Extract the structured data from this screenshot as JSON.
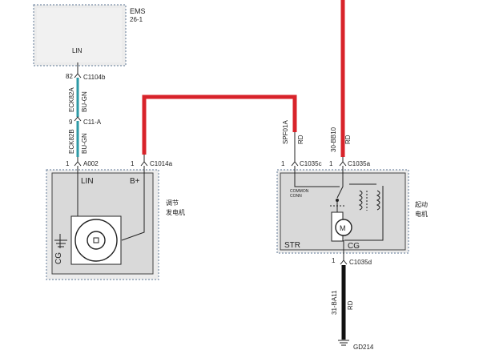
{
  "colors": {
    "wire_red": "#d8232a",
    "wire_black": "#111111",
    "wire_teal": "#2d9aa6",
    "wire_thin": "#222222",
    "box_outline_blue": "#7a8ea6",
    "box_fill": "#ececec",
    "component_fill": "#d9d9d9"
  },
  "ems": {
    "title": "EMS",
    "subtitle": "26-1",
    "pin_label": "LIN"
  },
  "lin_wire": {
    "conn1_pin": "82",
    "conn1_name": "C1104b",
    "seg1_code": "ECK82A",
    "seg1_color": "BU-GN",
    "conn2_pin": "9",
    "conn2_name": "C11-A",
    "seg2_code": "ECK82B",
    "seg2_color": "BU-GN",
    "conn3_pin": "1",
    "conn3_name": "A002"
  },
  "bplus_wire": {
    "conn_pin": "1",
    "conn_name": "C1014a"
  },
  "alternator": {
    "pin_lin": "LIN",
    "pin_bplus": "B+",
    "ground_label": "CG",
    "name_line1": "调节",
    "name_line2": "发电机",
    "icon": "alternator-symbol-icon"
  },
  "starter_feed": {
    "left_code": "SPF01A",
    "left_color": "RD",
    "right_code": "30-BB10",
    "right_color": "RD",
    "left_conn_pin": "1",
    "left_conn_name": "C1035c",
    "right_conn_pin": "1",
    "right_conn_name": "C1035a"
  },
  "starter": {
    "label": "STR",
    "ground_label": "CG",
    "common_conn_line1": "COMMON",
    "common_conn_line2": "CONN",
    "motor_symbol": "M",
    "name_line1": "起动",
    "name_line2": "电机",
    "icon": "starter-motor-icon"
  },
  "ground_wire": {
    "conn_pin": "1",
    "conn_name": "C1035d",
    "code": "31-BA11",
    "color": "RD",
    "ground_name": "GD214"
  }
}
